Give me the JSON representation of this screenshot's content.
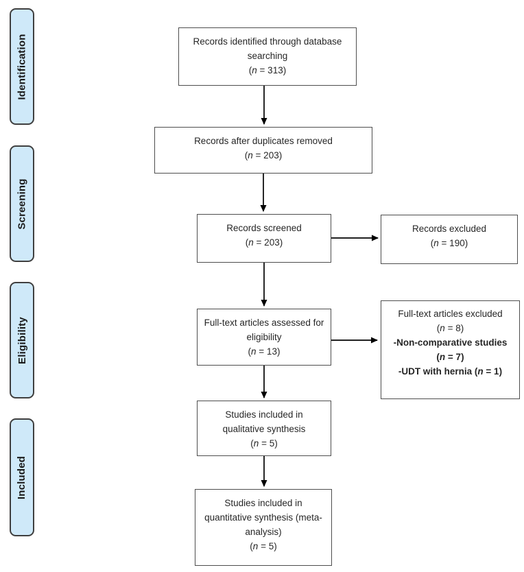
{
  "stages": [
    {
      "label": "Identification"
    },
    {
      "label": "Screening"
    },
    {
      "label": "Eligibility"
    },
    {
      "label": "Included"
    }
  ],
  "boxes": {
    "identified": {
      "lines": [
        "Records identified through database",
        "searching",
        "(n = 313)"
      ]
    },
    "duplicates_removed": {
      "lines": [
        "Records after duplicates removed",
        "(n = 203)"
      ]
    },
    "screened": {
      "lines": [
        "Records screened",
        "(n = 203)"
      ]
    },
    "records_excluded": {
      "lines": [
        "Records excluded",
        "(n = 190)"
      ]
    },
    "fulltext_assessed": {
      "lines": [
        "Full-text articles assessed for",
        "eligibility",
        "(n = 13)"
      ]
    },
    "fulltext_excluded": {
      "lines": [
        "Full-text articles excluded",
        "(n = 8)",
        {
          "text": "-Non-comparative studies",
          "bold": true
        },
        {
          "text": "(n = 7)",
          "bold": true
        },
        {
          "text": "-UDT with hernia (n = 1)",
          "bold": true
        }
      ]
    },
    "qualitative": {
      "lines": [
        "Studies included in",
        "qualitative synthesis",
        "(n = 5)"
      ]
    },
    "quantitative": {
      "lines": [
        "Studies included in",
        "quantitative synthesis (meta-",
        "analysis)",
        "(n = 5)"
      ]
    }
  },
  "colors": {
    "stage_fill": "#cfe9f9",
    "stage_border": "#3f3f3f",
    "box_border": "#4d4d4d",
    "arrow": "#000000",
    "text": "#262626"
  }
}
